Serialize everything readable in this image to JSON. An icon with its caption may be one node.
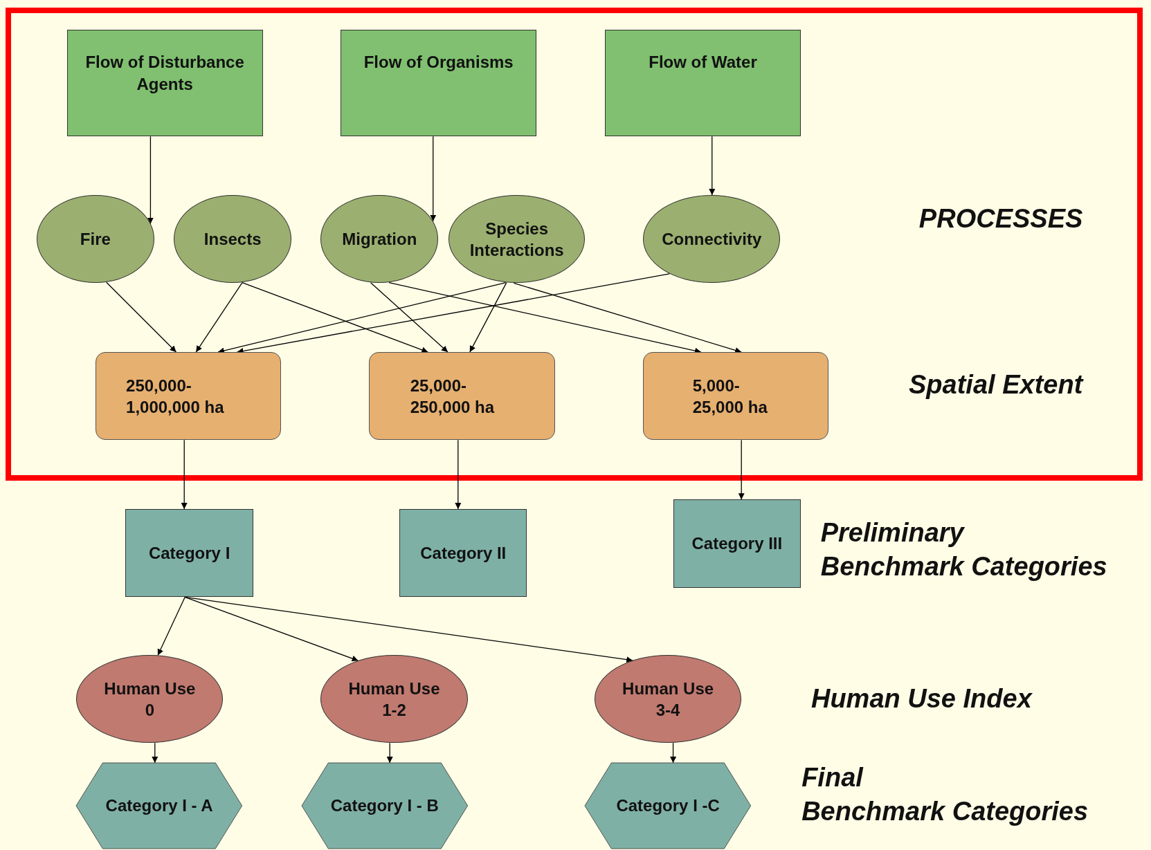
{
  "diagram": {
    "nodes": [
      {
        "text": [
          "Flow of Disturbance Agents"
        ]
      },
      {
        "text": [
          "Flow of Organisms"
        ]
      },
      {
        "text": [
          "Flow of Water"
        ]
      },
      {
        "text": [
          "Fire"
        ]
      },
      {
        "text": [
          "Insects"
        ]
      },
      {
        "text": [
          "Migration"
        ]
      },
      {
        "text": [
          "Species Interactions"
        ]
      },
      {
        "text": [
          "Connectivity"
        ]
      },
      {
        "text": [
          "250,000- 1,000,000 ha"
        ]
      },
      {
        "text": [
          "25,000- 250,000 ha"
        ]
      },
      {
        "text": [
          "5,000- 25,000 ha"
        ]
      },
      {
        "text": [
          "Category I"
        ]
      },
      {
        "text": [
          "Category II"
        ]
      },
      {
        "text": [
          "Category III"
        ]
      },
      {
        "text": [
          "Human Use 0"
        ]
      },
      {
        "text": [
          "Human Use 1-2"
        ]
      },
      {
        "text": [
          "Human Use 3-4"
        ]
      },
      {
        "text": [
          "Category I - A"
        ]
      },
      {
        "text": [
          "Category I - B"
        ]
      },
      {
        "text": [
          "Category I -C"
        ]
      }
    ],
    "edges": [
      {
        "from": 0,
        "to": 3,
        "arrow": "to"
      },
      {
        "from": 1,
        "to": 5,
        "arrow": "to"
      },
      {
        "from": 2,
        "to": 7,
        "arrow": "to"
      },
      {
        "from": 3,
        "to": 8,
        "arrow": "to"
      },
      {
        "from": 4,
        "to": 8,
        "arrow": "to"
      },
      {
        "from": 4,
        "to": 9,
        "arrow": "to"
      },
      {
        "from": 5,
        "to": 9,
        "arrow": "to"
      },
      {
        "from": 5,
        "to": 10,
        "arrow": "to"
      },
      {
        "from": 6,
        "to": 8,
        "arrow": "to"
      },
      {
        "from": 6,
        "to": 9,
        "arrow": "to"
      },
      {
        "from": 6,
        "to": 10,
        "arrow": "to"
      },
      {
        "from": 7,
        "to": 8,
        "arrow": "to"
      },
      {
        "from": 8,
        "to": 11,
        "arrow": "to"
      },
      {
        "from": 9,
        "to": 12,
        "arrow": "to"
      },
      {
        "from": 10,
        "to": 13,
        "arrow": "to"
      },
      {
        "from": 11,
        "to": 14,
        "arrow": "to"
      },
      {
        "from": 11,
        "to": 15,
        "arrow": "to"
      },
      {
        "from": 11,
        "to": 16,
        "arrow": "to"
      },
      {
        "from": 14,
        "to": 17,
        "arrow": "to"
      },
      {
        "from": 15,
        "to": 18,
        "arrow": "to"
      },
      {
        "from": 16,
        "to": 19,
        "arrow": "to"
      }
    ],
    "labels": [
      "PROCESSES",
      "Spatial Extent",
      "Preliminary Benchmark Categories",
      "Human Use Index",
      "Final Benchmark Categories"
    ]
  }
}
